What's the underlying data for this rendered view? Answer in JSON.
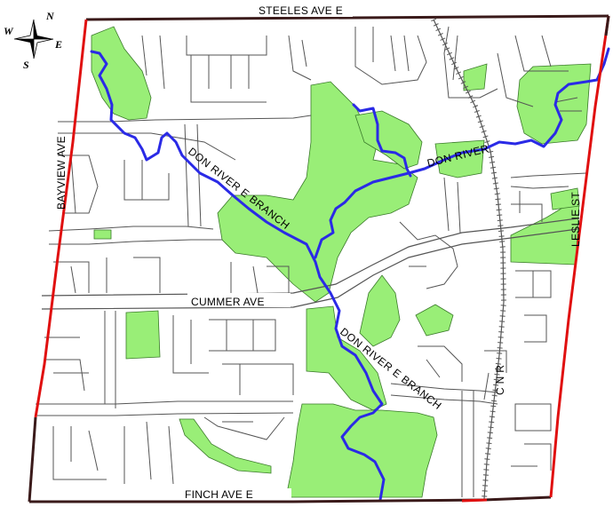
{
  "map": {
    "streets": {
      "north": "STEELES AVE E",
      "west": "BAYVIEW AVE",
      "middle": "CUMMER AVE",
      "south": "FINCH AVE E",
      "east": "LESLIE ST",
      "railway": "C N R"
    },
    "rivers": {
      "main": "DON RIVER",
      "branch_upper": "DON RIVER E BRANCH",
      "branch_lower": "DON RIVER E BRANCH"
    },
    "compass": {
      "north": "N",
      "south": "S",
      "east": "E",
      "west": "W"
    },
    "colors": {
      "park": "#99ee77",
      "river": "#2a2ae6",
      "boundary": "#e01010",
      "boundary_dark": "#3a1a1a",
      "road": "#555555"
    }
  }
}
